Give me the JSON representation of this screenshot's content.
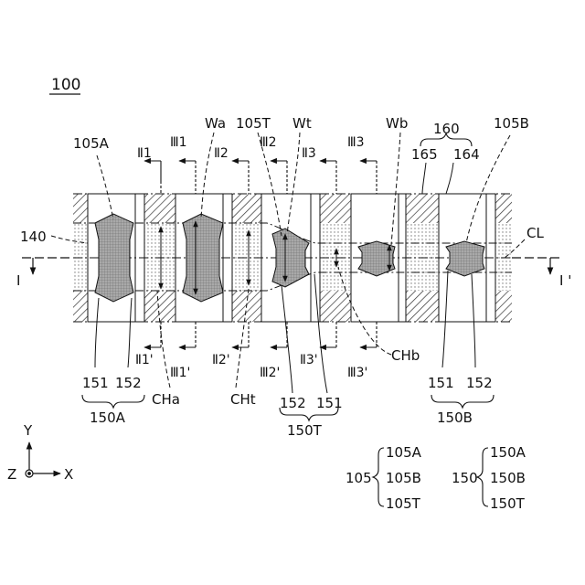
{
  "figure": {
    "ref": "100",
    "labels": {
      "l105A": "105A",
      "lWa": "Wa",
      "l105T": "105T",
      "lWt": "Wt",
      "lWb": "Wb",
      "l160": "160",
      "l105B": "105B",
      "l165": "165",
      "l164": "164",
      "l140": "140",
      "lCL": "CL",
      "lI": "I",
      "lIp": "I '",
      "lCHa": "CHa",
      "lCHt": "CHt",
      "lCHb": "CHb",
      "l151a": "151",
      "l152a": "152",
      "l150A": "150A",
      "l152t": "152",
      "l151t": "151",
      "l150T": "150T",
      "l151b": "151",
      "l152b": "152",
      "l150B": "150B"
    },
    "section_marks": {
      "top": [
        "Ⅱ1",
        "Ⅲ1",
        "Ⅱ2",
        "Ⅲ2",
        "Ⅱ3",
        "Ⅲ3"
      ],
      "bottom": [
        "Ⅱ1'",
        "Ⅲ1'",
        "Ⅱ2'",
        "Ⅲ2'",
        "Ⅱ3'",
        "Ⅲ3'"
      ]
    },
    "axes": {
      "y": "Y",
      "x": "X",
      "z": "Z"
    },
    "legend": {
      "group1": {
        "parent": "105",
        "children": [
          "105A",
          "105B",
          "105T"
        ]
      },
      "group2": {
        "parent": "150",
        "children": [
          "150A",
          "150B",
          "150T"
        ]
      }
    }
  }
}
